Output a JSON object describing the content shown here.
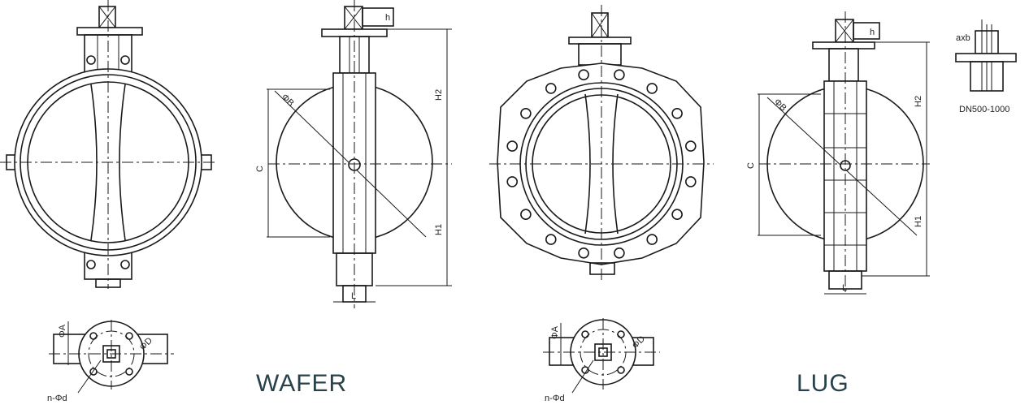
{
  "figure": {
    "wafer_label": "WAFER",
    "lug_label": "LUG",
    "note_axb": "axb",
    "note_dn": "DN500-1000",
    "dims": {
      "h": "h",
      "H1": "H1",
      "H2": "H2",
      "C": "C",
      "L": "L",
      "phiB": "ΦB",
      "phiA": "ΦA",
      "phiD": "ΦD",
      "nphid": "n-Φd"
    }
  }
}
